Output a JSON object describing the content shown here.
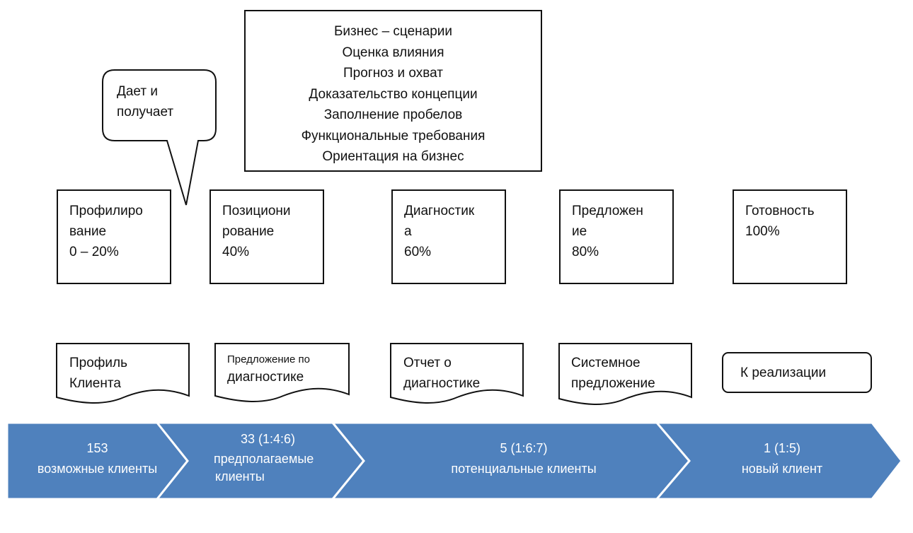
{
  "top_box": {
    "lines": [
      "Бизнес – сценарии",
      "Оценка влияния",
      "Прогноз и охват",
      "Доказательство концепции",
      "Заполнение пробелов",
      "Функциональные требования",
      "Ориентация на бизнес"
    ]
  },
  "callout": {
    "line1": "Дает и",
    "line2": "получает"
  },
  "stages": [
    {
      "line1": "Профилиро",
      "line2": "вание",
      "line3": "0 – 20%"
    },
    {
      "line1": "Позициони",
      "line2": "рование",
      "line3": "40%"
    },
    {
      "line1": "Диагностик",
      "line2": "а",
      "line3": "60%"
    },
    {
      "line1": "Предложен",
      "line2": "ие",
      "line3": "80%"
    },
    {
      "line1": "Готовность",
      "line2": "100%",
      "line3": ""
    }
  ],
  "documents": [
    {
      "line1": "Профиль",
      "line2": "Клиента"
    },
    {
      "line1": "Предложение по",
      "line2": "диагностике"
    },
    {
      "line1": "Отчет о",
      "line2": "диагностике"
    },
    {
      "line1": "Системное",
      "line2": "предложение"
    }
  ],
  "ready_box": "К реализации",
  "funnel": [
    {
      "count": "153",
      "label": "возможные клиенты",
      "label2": ""
    },
    {
      "count": "33 (1:4:6)",
      "label": "предполагаемые",
      "label2": "клиенты"
    },
    {
      "count": "5 (1:6:7)",
      "label": "потенциальные клиенты",
      "label2": ""
    },
    {
      "count": "1 (1:5)",
      "label": "новый клиент",
      "label2": ""
    }
  ],
  "colors": {
    "arrow_fill": "#4f81bd",
    "border": "#111111",
    "text_on_arrow": "#ffffff"
  }
}
